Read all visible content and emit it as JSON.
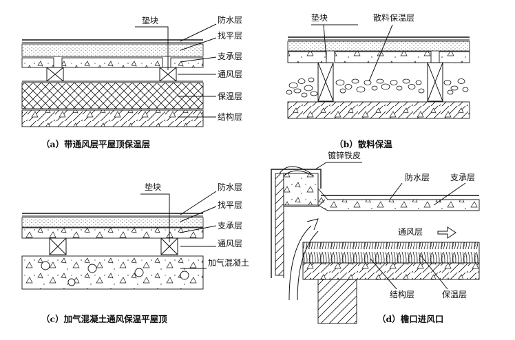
{
  "panel_a": {
    "caption": "（a）带通风层平屋顶保温层",
    "labels": {
      "pad": "垫块",
      "waterproof": "防水层",
      "leveling": "找平层",
      "support": "支承层",
      "ventilation": "通风层",
      "insulation": "保温层",
      "structure": "结构层"
    }
  },
  "panel_b": {
    "caption": "（b）散料保温",
    "labels": {
      "pad": "垫块",
      "loose_insulation": "散料保温层"
    }
  },
  "panel_c": {
    "caption": "（c）加气混凝土通风保温平屋顶",
    "labels": {
      "pad": "垫块",
      "waterproof": "防水层",
      "leveling": "找平层",
      "support": "支承层",
      "ventilation": "通风层",
      "aerated_concrete": "加气混凝土"
    }
  },
  "panel_d": {
    "caption": "（d）檐口进风口",
    "labels": {
      "galvanized": "镀锌铁皮",
      "waterproof": "防水层",
      "support": "支承层",
      "ventilation": "通风层",
      "structure": "结构层",
      "insulation": "保温层"
    }
  }
}
